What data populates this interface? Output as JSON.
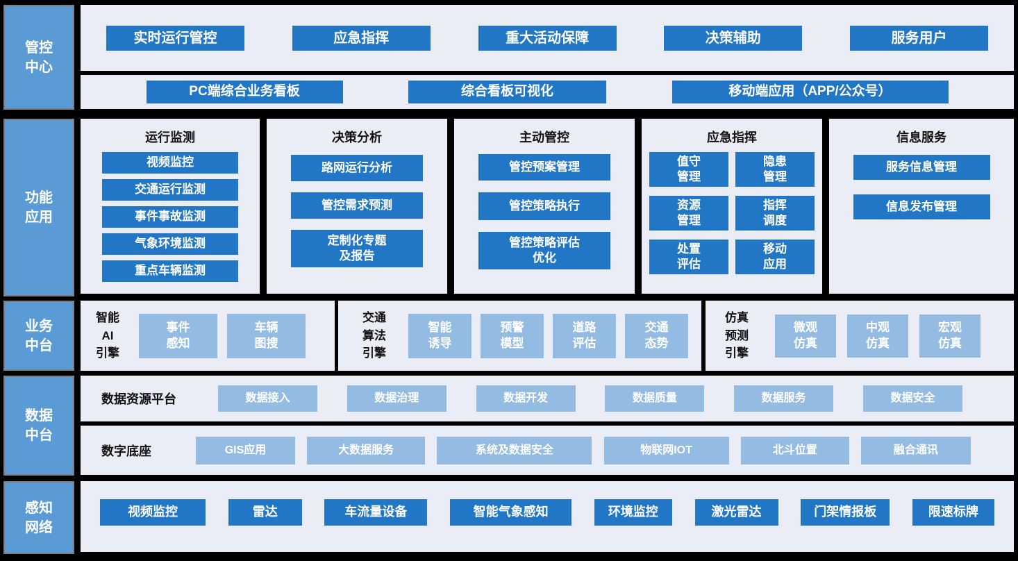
{
  "palette": {
    "background": "#000000",
    "panel_bg": "#EAEDF5",
    "dark_blue": "#2176C5",
    "light_blue": "#94BCE3",
    "sidebar_blue": "#5B9BD5",
    "sidebar_border": "#7F7F7F",
    "button_text": "#FFFFFF",
    "title_text": "#111111"
  },
  "sidebar": {
    "items": [
      {
        "label": "管控\n中心"
      },
      {
        "label": "功能\n应用"
      },
      {
        "label": "业务\n中台"
      },
      {
        "label": "数据\n中台"
      },
      {
        "label": "感知\n网络"
      }
    ]
  },
  "control_center": {
    "top_buttons": [
      "实时运行管控",
      "应急指挥",
      "重大活动保障",
      "决策辅助",
      "服务用户"
    ],
    "bottom_buttons": [
      "PC端综合业务看板",
      "综合看板可视化",
      "移动端应用（APP/公众号）"
    ]
  },
  "function_apps": {
    "columns": [
      {
        "title": "运行监测",
        "items": [
          "视频监控",
          "交通运行监测",
          "事件事故监测",
          "气象环境监测",
          "重点车辆监测"
        ]
      },
      {
        "title": "决策分析",
        "items": [
          "路网运行分析",
          "管控需求预测",
          "定制化专题\n及报告"
        ]
      },
      {
        "title": "主动管控",
        "items": [
          "管控预案管理",
          "管控策略执行",
          "管控策略评估\n优化"
        ]
      },
      {
        "title": "应急指挥",
        "items": [
          "值守\n管理",
          "隐患\n管理",
          "资源\n管理",
          "指挥\n调度",
          "处置\n评估",
          "移动\n应用"
        ]
      },
      {
        "title": "信息服务",
        "items": [
          "服务信息管理",
          "信息发布管理"
        ]
      }
    ]
  },
  "business_platform": {
    "groups": [
      {
        "title": "智能\nAI\n引擎",
        "items": [
          "事件\n感知",
          "车辆\n图搜"
        ]
      },
      {
        "title": "交通\n算法\n引擎",
        "items": [
          "智能\n诱导",
          "预警\n模型",
          "道路\n评估",
          "交通\n态势"
        ]
      },
      {
        "title": "仿真\n预测\n引擎",
        "items": [
          "微观\n仿真",
          "中观\n仿真",
          "宏观\n仿真"
        ]
      }
    ]
  },
  "data_platform": {
    "rows": [
      {
        "title": "数据资源平台",
        "items": [
          "数据接入",
          "数据治理",
          "数据开发",
          "数据质量",
          "数据服务",
          "数据安全"
        ]
      },
      {
        "title": "数字底座",
        "items": [
          "GIS应用",
          "大数据服务",
          "系统及数据安全",
          "物联网IOT",
          "北斗位置",
          "融合通讯"
        ]
      }
    ]
  },
  "perception_network": {
    "items": [
      "视频监控",
      "雷达",
      "车流量设备",
      "智能气象感知",
      "环境监控",
      "激光雷达",
      "门架情报板",
      "限速标牌"
    ]
  }
}
